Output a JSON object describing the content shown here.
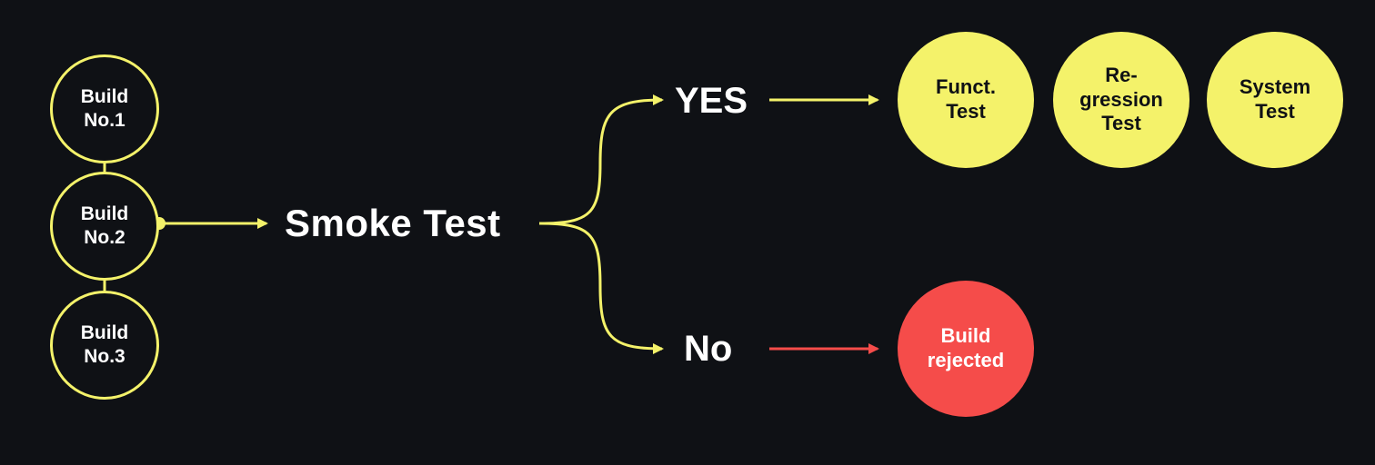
{
  "colors": {
    "background": "#0f1115",
    "accent_yellow": "#f4f26a",
    "reject_red": "#f54c4a",
    "text_light": "#ffffff",
    "text_dark": "#0f1115"
  },
  "builds": [
    {
      "line1": "Build",
      "line2": "No.1"
    },
    {
      "line1": "Build",
      "line2": "No.2"
    },
    {
      "line1": "Build",
      "line2": "No.3"
    }
  ],
  "smoke_test": {
    "label": "Smoke Test"
  },
  "branches": {
    "yes_label": "YES",
    "no_label": "No"
  },
  "tests": [
    {
      "lines": [
        "Funct.",
        "Test"
      ]
    },
    {
      "lines": [
        "Re-",
        "gression",
        "Test"
      ]
    },
    {
      "lines": [
        "System",
        "Test"
      ]
    }
  ],
  "rejected": {
    "lines": [
      "Build",
      "rejected"
    ]
  }
}
